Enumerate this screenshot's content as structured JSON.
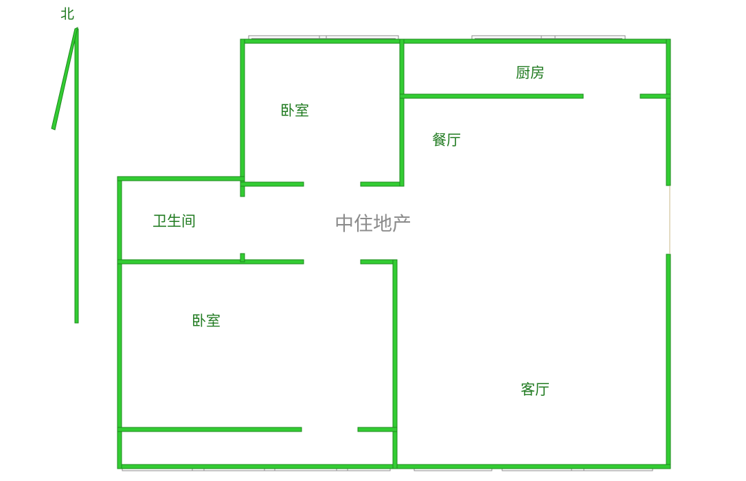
{
  "plan": {
    "north_label": "北",
    "watermark": "中住地产",
    "rooms": {
      "bedroom_top": "卧室",
      "kitchen": "厨房",
      "dining": "餐厅",
      "bathroom": "卫生间",
      "bedroom_bottom": "卧室",
      "living": "客厅"
    },
    "colors": {
      "wall": "#33cc33",
      "room_text": "#1f7a1f",
      "watermark_text": "#8c8c8c",
      "window_frame": "#8a8a8a"
    }
  }
}
